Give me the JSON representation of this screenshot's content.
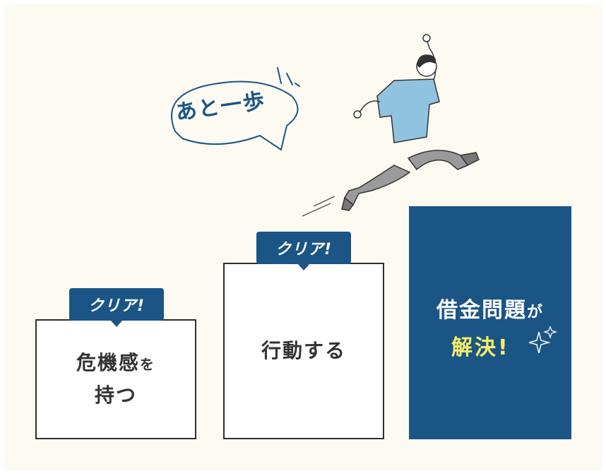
{
  "speech_bubble": {
    "text": "あと一歩"
  },
  "steps": [
    {
      "badge": "クリア!",
      "line1": "危機感",
      "line1_suffix": "を",
      "line2": "持つ"
    },
    {
      "badge": "クリア!",
      "line1": "行動する"
    }
  ],
  "goal": {
    "line1": "借金問題",
    "line1_suffix": "が",
    "line2": "解決!"
  },
  "colors": {
    "navy": "#1b5585",
    "background": "#fdfaf2",
    "highlight": "#f7ef6a"
  },
  "icons": {
    "sparkle": "sparkle-icon",
    "runner": "jumping-man-illustration"
  }
}
